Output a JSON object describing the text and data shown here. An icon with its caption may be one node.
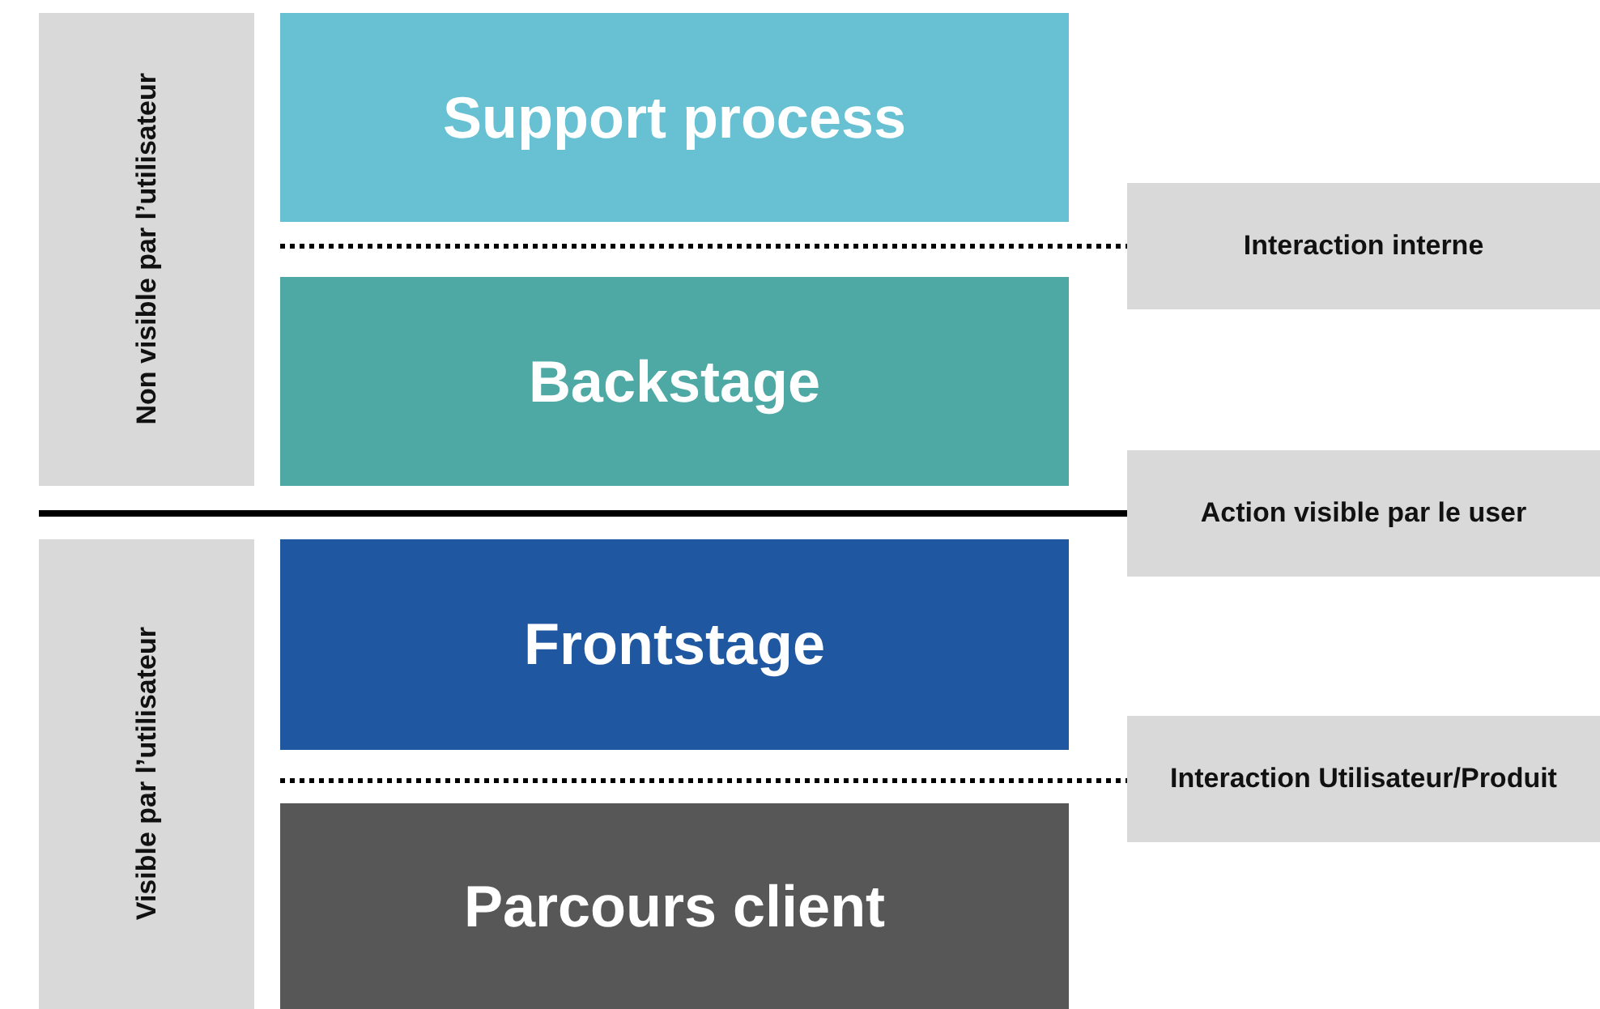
{
  "diagram": {
    "nodes": [
      {
        "text": [
          "Non visible par l’utilisateur"
        ]
      },
      {
        "text": [
          "Support process"
        ]
      },
      {
        "text": [
          "Backstage"
        ]
      },
      {
        "text": [
          "Interaction interne"
        ]
      },
      {
        "text": [
          "Action visible par le user"
        ]
      },
      {
        "text": [
          "Visible par l’utilisateur"
        ]
      },
      {
        "text": [
          "Frontstage"
        ]
      },
      {
        "text": [
          "Parcours client"
        ]
      },
      {
        "text": [
          "Interaction Utilisateur/Produit"
        ]
      }
    ],
    "edges": [
      {
        "from": null,
        "to": 3,
        "arrow": "none",
        "style": "dashed"
      },
      {
        "from": null,
        "to": 4,
        "arrow": "none"
      },
      {
        "from": null,
        "to": 8,
        "arrow": "none",
        "style": "dashed"
      }
    ]
  }
}
